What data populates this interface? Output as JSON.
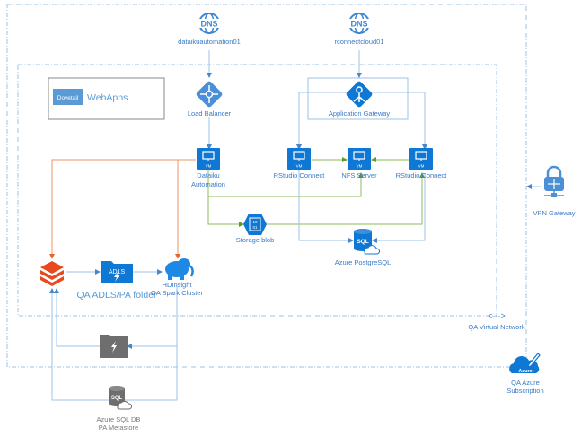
{
  "title": "QA Azure architecture diagram",
  "colors": {
    "azure_blue": "#0f78d4",
    "line_blue": "#9dc3e6",
    "line_green": "#8dbb5c",
    "line_orange": "#ee9366",
    "databricks_red": "#e8491d",
    "gray_icon": "#6e6e6e",
    "label_blue": "#3a7ac6",
    "dovetail_bg": "#5b9bd5"
  },
  "dns": [
    {
      "name": "dataikuautomation01",
      "icon": "dns-globe-icon"
    },
    {
      "name": "rconnectcloud01",
      "icon": "dns-globe-icon"
    }
  ],
  "webapps": {
    "badge": "Dovetail",
    "label": "WebApps"
  },
  "load_balancer": {
    "label": "Load Balancer",
    "icon": "load-balancer-icon"
  },
  "app_gateway": {
    "label": "Application Gateway",
    "icon": "application-gateway-icon"
  },
  "vms": [
    {
      "label_line1": "Dataiku",
      "label_line2": "Automation",
      "badge": "VM"
    },
    {
      "label_line1": "RStudio Connect",
      "label_line2": "",
      "badge": "VM"
    },
    {
      "label_line1": "NFS Server",
      "label_line2": "",
      "badge": "VM"
    },
    {
      "label_line1": "RStudio Connect",
      "label_line2": "",
      "badge": "VM"
    }
  ],
  "storage_blob": {
    "label": "Storage blob",
    "glyph_top": "10",
    "glyph_bottom": "01"
  },
  "postgres": {
    "label": "Azure PostgreSQL",
    "glyph": "SQL"
  },
  "databricks": {
    "icon": "databricks-icon"
  },
  "adls": {
    "label": "QA ADLS/PA folder",
    "glyph": "ADLS"
  },
  "hdinsight": {
    "label_line1": "HDInsight",
    "label_line2": "QA Spark Cluster"
  },
  "gray_folder": {
    "icon": "data-lake-folder-icon"
  },
  "sql_db": {
    "label_line1": "Azure SQL DB",
    "label_line2": "PA Metastore",
    "glyph": "SQL"
  },
  "vpn_gateway": {
    "label": "VPN Gateway"
  },
  "vnet": {
    "label": "QA Virtual Network",
    "glyph": "<···>"
  },
  "subscription": {
    "label_line1": "QA Azure",
    "label_line2": "Subscription",
    "glyph": "Azure"
  }
}
